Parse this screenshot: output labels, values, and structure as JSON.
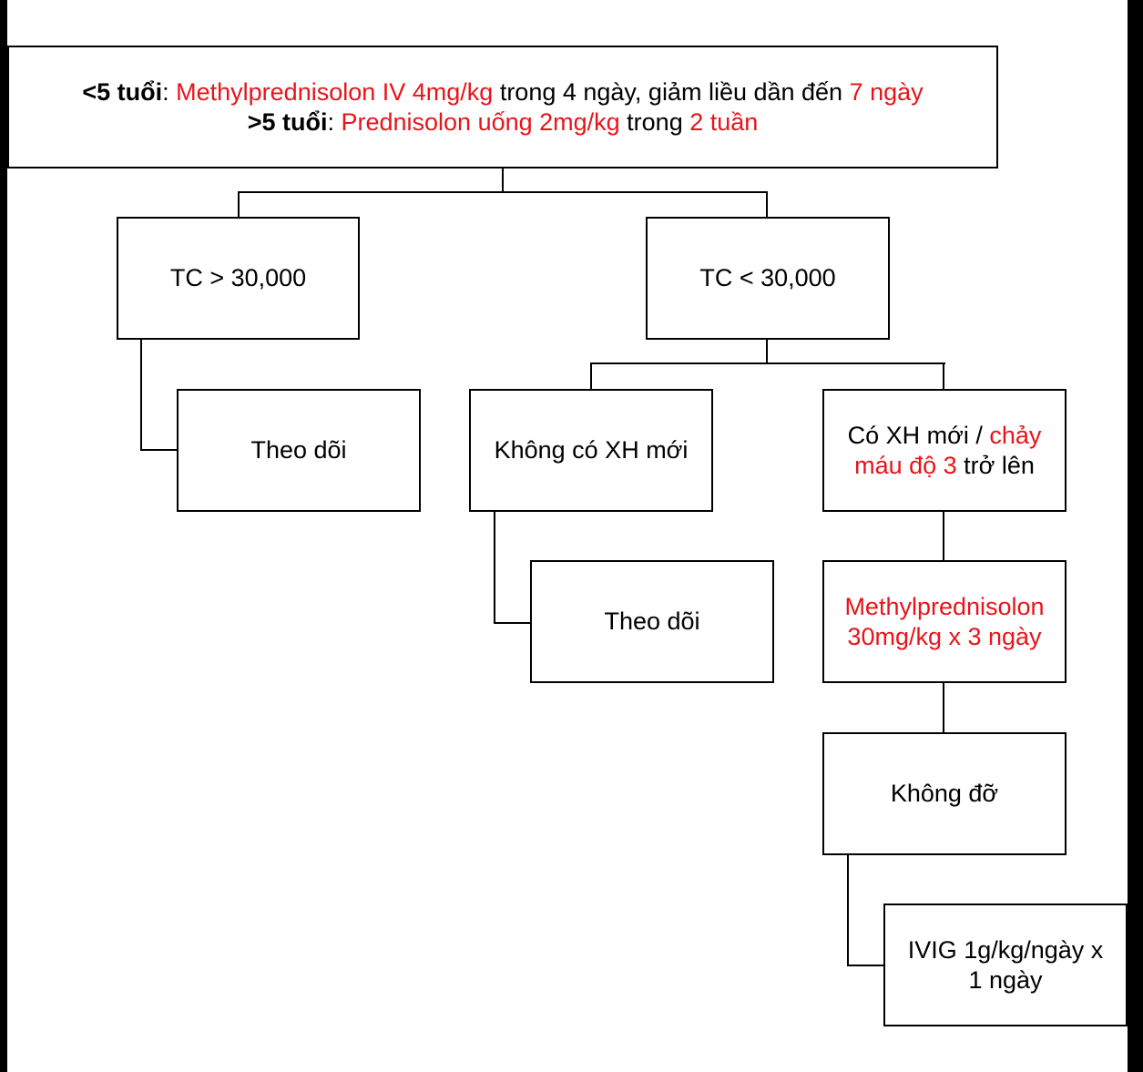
{
  "top": {
    "line1": {
      "age": "<5 tuổi",
      "colon": ": ",
      "drug": "Methylprednisolon IV 4mg/kg",
      "mid": " trong 4 ngày, giảm liều dần đến ",
      "end": "7 ngày"
    },
    "line2": {
      "age": ">5 tuổi",
      "colon": ": ",
      "drug": "Prednisolon  uống 2mg/kg",
      "mid": " trong ",
      "end": "2 tuần"
    }
  },
  "nodes": {
    "tc_high": "TC > 30,000",
    "tc_low": "TC < 30,000",
    "monitor_1": "Theo dõi",
    "no_new_bleed": "Không có XH mới",
    "monitor_2": "Theo dõi",
    "new_bleed": {
      "part1": "Có XH mới / ",
      "part2": "chảy máu độ 3",
      "part3": " trở lên"
    },
    "methylpred": {
      "line1": "Methylprednisolon",
      "line2": "30mg/kg x 3 ngày"
    },
    "no_response": "Không đỡ",
    "ivig": {
      "line1": "IVIG 1g/kg/ngày x",
      "line2": "1 ngày"
    }
  },
  "colors": {
    "highlight": "#e8141a",
    "text": "#000000",
    "background": "#ffffff"
  }
}
